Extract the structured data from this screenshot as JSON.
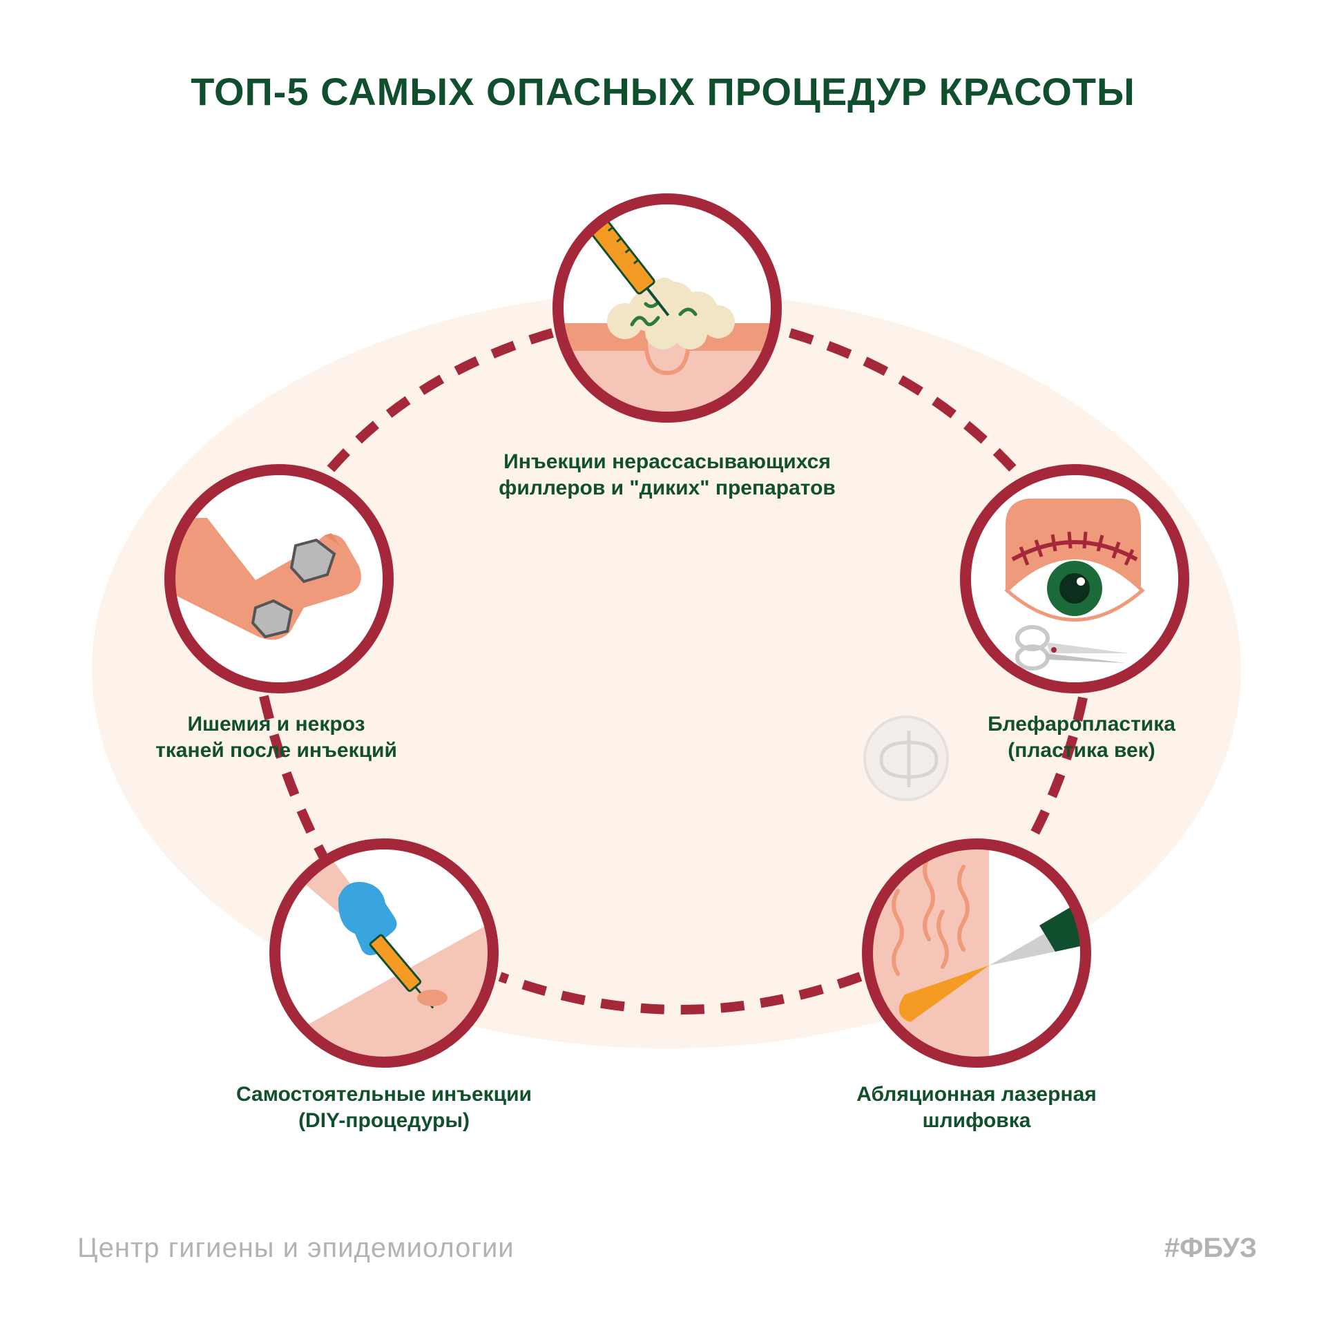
{
  "title": "ТОП-5 САМЫХ ОПАСНЫХ ПРОЦЕДУР КРАСОТЫ",
  "colors": {
    "ring": "#a4283a",
    "ellipse_bg": "#fdf3ea",
    "text_green": "#11502d",
    "skin": "#ef9a7b",
    "skin_light": "#f5c6b8",
    "footer": "#b3b3b3"
  },
  "procedures": [
    {
      "icon": "syringe-filler-icon",
      "lines": [
        "Инъекции нерассасывающихся",
        "филлеров и \"диких\" препаратов"
      ]
    },
    {
      "icon": "blepharoplasty-eye-icon",
      "lines": [
        "Блефаропластика",
        "(пластика век)"
      ]
    },
    {
      "icon": "laser-resurfacing-icon",
      "lines": [
        "Абляционная лазерная",
        "шлифовка"
      ]
    },
    {
      "icon": "diy-injection-icon",
      "lines": [
        "Самостоятельные инъекции",
        "(DIY-процедуры)"
      ]
    },
    {
      "icon": "necrosis-foot-icon",
      "lines": [
        "Ишемия и некроз",
        "тканей после инъекций"
      ]
    }
  ],
  "footer": {
    "left": "Центр гигиены и эпидемиологии",
    "right": "#ФБУЗ"
  }
}
